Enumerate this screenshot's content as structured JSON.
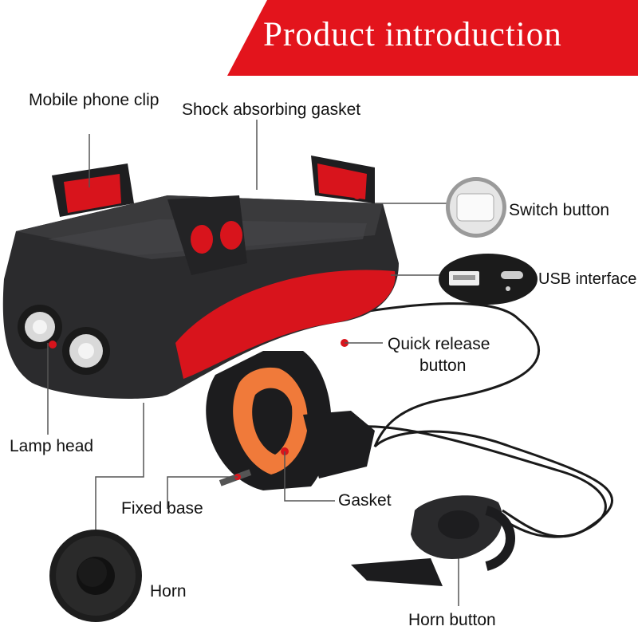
{
  "banner": {
    "title": "Product introduction",
    "color": "#e3141c"
  },
  "labels": {
    "mobile_phone_clip": "Mobile phone clip",
    "shock_absorbing_gasket": "Shock absorbing gasket",
    "switch_button": "Switch button",
    "usb_interface": "USB interface",
    "quick_release_line1": "Quick release",
    "quick_release_line2": "button",
    "lamp_head": "Lamp head",
    "fixed_base": "Fixed base",
    "gasket": "Gasket",
    "horn": "Horn",
    "horn_button": "Horn button"
  },
  "colors": {
    "body": "#2b2b2d",
    "accent_red": "#d8141c",
    "orange": "#f07a3a",
    "leader": "#555555"
  },
  "icons": [
    "bike-light-device",
    "switch-button-icon",
    "usb-port-icon",
    "horn-icon",
    "horn-button-remote"
  ]
}
